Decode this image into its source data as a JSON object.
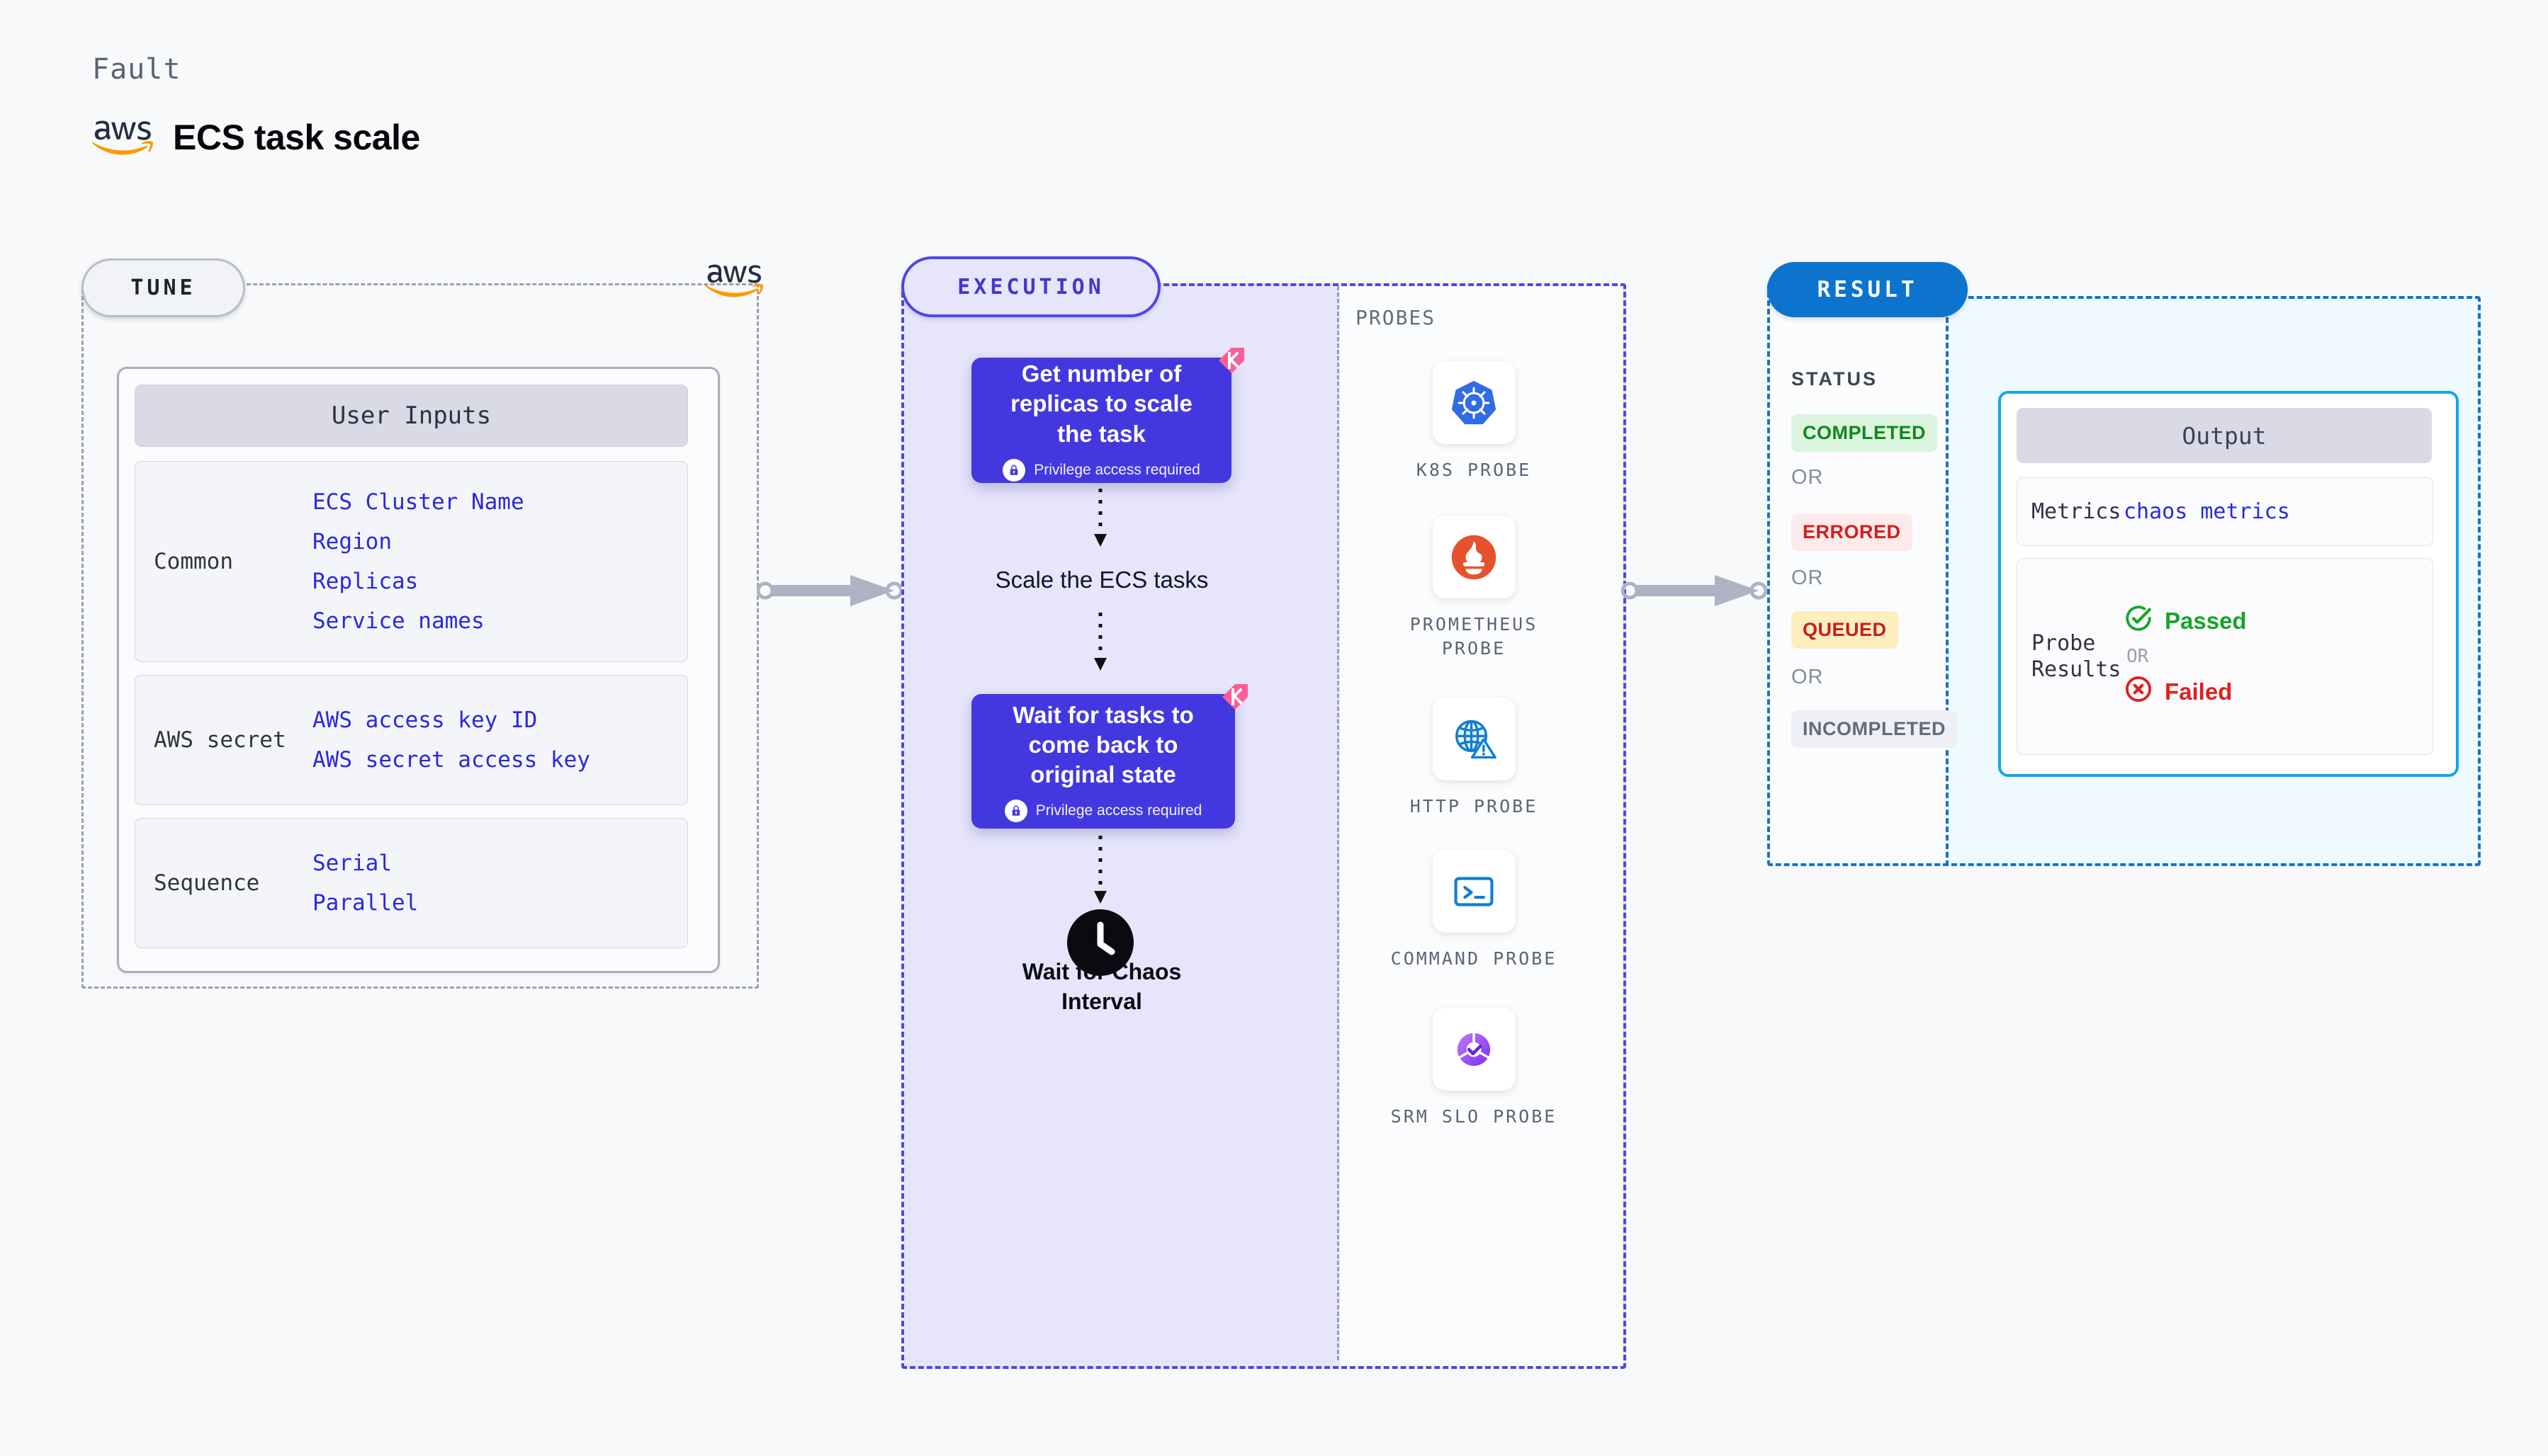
{
  "header": {
    "eyebrow": "Fault",
    "logo_icon": "aws-logo",
    "title": "ECS task scale"
  },
  "tune": {
    "badge": "TUNE",
    "logo_icon": "aws-logo",
    "card_title": "User Inputs",
    "groups": [
      {
        "label": "Common",
        "values": [
          "ECS Cluster Name",
          "Region",
          "Replicas",
          "Service names"
        ]
      },
      {
        "label": "AWS secret",
        "values": [
          "AWS access key ID",
          "AWS secret access key"
        ]
      },
      {
        "label": "Sequence",
        "values": [
          "Serial",
          "Parallel"
        ]
      }
    ]
  },
  "connectors": {
    "left_arrow": "arrow-right-icon",
    "right_arrow": "arrow-right-icon"
  },
  "execution": {
    "badge": "EXECUTION",
    "steps": [
      {
        "type": "card",
        "title": "Get number of replicas to scale the task",
        "note": "Privilege access required",
        "note_icon": "lock-icon",
        "flag_icon": "harness-flag-icon"
      },
      {
        "type": "text",
        "title": "Scale the ECS tasks"
      },
      {
        "type": "card",
        "title": "Wait for tasks to come back to original state",
        "note": "Privilege access required",
        "note_icon": "lock-icon",
        "flag_icon": "harness-flag-icon"
      },
      {
        "type": "clock",
        "title": "Wait for Chaos Interval",
        "icon": "clock-icon"
      }
    ],
    "probes_title": "PROBES",
    "probes": [
      {
        "name": "K8S PROBE",
        "icon": "kubernetes-icon"
      },
      {
        "name": "PROMETHEUS PROBE",
        "icon": "prometheus-icon"
      },
      {
        "name": "HTTP PROBE",
        "icon": "http-globe-icon"
      },
      {
        "name": "COMMAND PROBE",
        "icon": "terminal-icon"
      },
      {
        "name": "SRM SLO PROBE",
        "icon": "srm-slo-icon"
      }
    ]
  },
  "result": {
    "badge": "RESULT",
    "status_title": "STATUS",
    "or_label": "OR",
    "statuses": [
      {
        "label": "COMPLETED",
        "bg": "#dcf5de",
        "fg": "#10881d"
      },
      {
        "label": "ERRORED",
        "bg": "#fdeaea",
        "fg": "#cf2020"
      },
      {
        "label": "QUEUED",
        "bg": "#fdeebd",
        "fg": "#c22020"
      },
      {
        "label": "INCOMPLETED",
        "bg": "#eef0f5",
        "fg": "#636b7d"
      }
    ],
    "output": {
      "title": "Output",
      "metrics_label": "Metrics",
      "metrics_value": "chaos metrics",
      "probe_results_label": "Probe Results",
      "passed_label": "Passed",
      "passed_icon": "check-circle-icon",
      "or_label": "OR",
      "failed_label": "Failed",
      "failed_icon": "x-circle-icon"
    }
  },
  "colors": {
    "indigo": "#4338e0",
    "indigo_border": "#4f46e5",
    "blue": "#0d74cd",
    "cyan": "#12a7e8",
    "mono_blue": "#2929e0",
    "aws_orange": "#ff9900",
    "pink": "#ff5f96"
  }
}
